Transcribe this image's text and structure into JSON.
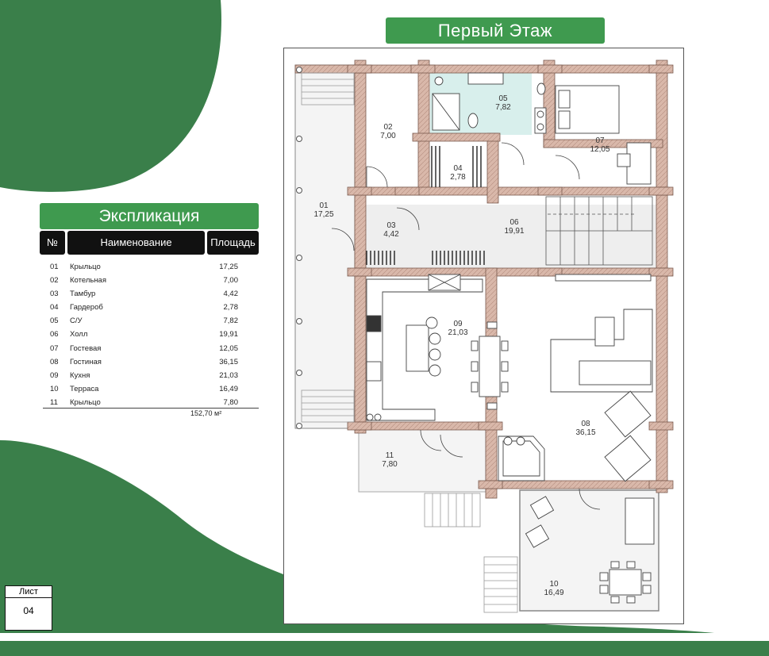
{
  "title": "Первый Этаж",
  "explication": {
    "title": "Экспликация",
    "headers": [
      "№",
      "Наименование",
      "Площадь"
    ],
    "rows": [
      {
        "no": "01",
        "name": "Крыльцо",
        "area": "17,25"
      },
      {
        "no": "02",
        "name": "Котельная",
        "area": "7,00"
      },
      {
        "no": "03",
        "name": "Тамбур",
        "area": "4,42"
      },
      {
        "no": "04",
        "name": "Гардероб",
        "area": "2,78"
      },
      {
        "no": "05",
        "name": "С/У",
        "area": "7,82"
      },
      {
        "no": "06",
        "name": "Холл",
        "area": "19,91"
      },
      {
        "no": "07",
        "name": "Гостевая",
        "area": "12,05"
      },
      {
        "no": "08",
        "name": "Гостиная",
        "area": "36,15"
      },
      {
        "no": "09",
        "name": "Кухня",
        "area": "21,03"
      },
      {
        "no": "10",
        "name": "Терраса",
        "area": "16,49"
      },
      {
        "no": "11",
        "name": "Крыльцо",
        "area": "7,80"
      }
    ],
    "total": "152,70 м²"
  },
  "sheet": {
    "label": "Лист",
    "number": "04"
  },
  "plan_rooms": [
    {
      "no": "01",
      "area": "17,25"
    },
    {
      "no": "02",
      "area": "7,00"
    },
    {
      "no": "03",
      "area": "4,42"
    },
    {
      "no": "04",
      "area": "2,78"
    },
    {
      "no": "05",
      "area": "7,82"
    },
    {
      "no": "06",
      "area": "19,91"
    },
    {
      "no": "07",
      "area": "12,05"
    },
    {
      "no": "08",
      "area": "36,15"
    },
    {
      "no": "09",
      "area": "21,03"
    },
    {
      "no": "10",
      "area": "16,49"
    },
    {
      "no": "11",
      "area": "7,80"
    }
  ],
  "colors": {
    "brand_green": "#3f9a4f",
    "blob_green": "#3a7f4a",
    "wood": "#d9b8aa",
    "bath_tile": "#d8efec"
  }
}
